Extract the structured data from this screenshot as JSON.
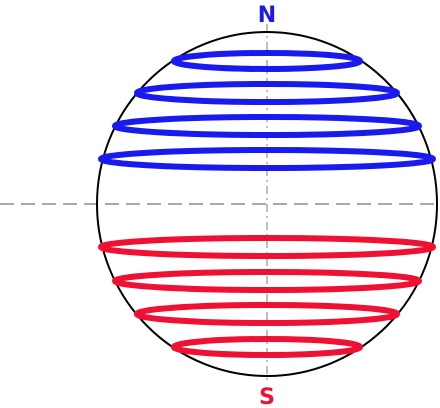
{
  "labels": {
    "north": "N",
    "south": "S"
  },
  "colors": {
    "north_rings": "#1a1aee",
    "south_rings": "#ee1133",
    "sphere_outline": "#000000",
    "axis_dash": "#a8a8a8",
    "background": "#ffffff"
  },
  "north_ring_count": 4,
  "south_ring_count": 4
}
